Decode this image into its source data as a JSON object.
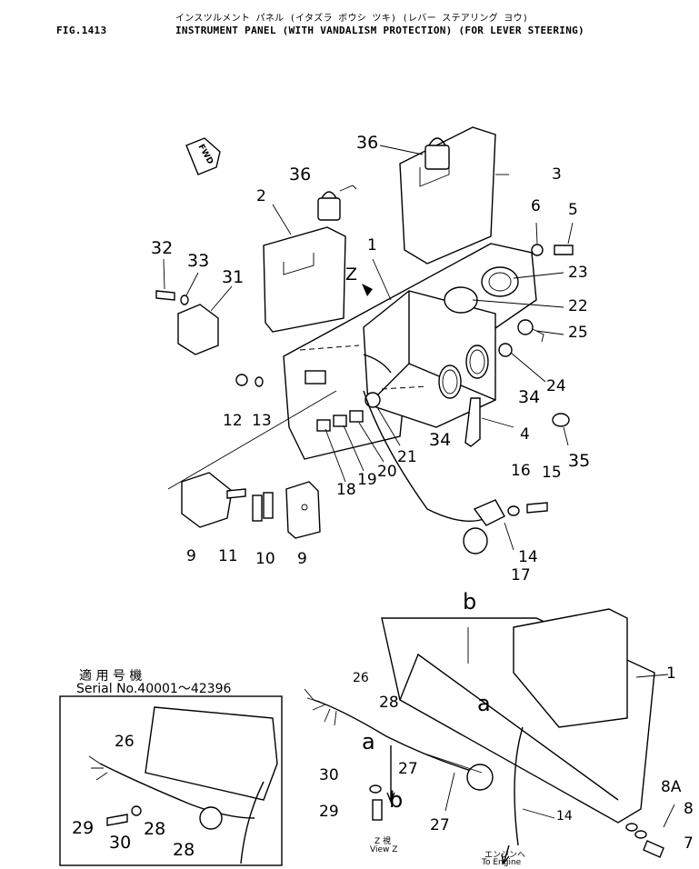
{
  "header": {
    "fig_number": "FIG.1413",
    "title_jp": "インスツルメント パネル (イタズラ ボウシ ツキ) (レバー ステアリング ヨウ)",
    "title_en": "INSTRUMENT PANEL (WITH VANDALISM PROTECTION) (FOR LEVER STEERING)"
  },
  "inset": {
    "heading_jp": "適 用 号 機",
    "serial": "Serial  No.40001～42396"
  },
  "view_note": {
    "jp": "Z  視",
    "en": "View Z"
  },
  "engine_note": {
    "jp": "エンジンへ",
    "en": "To Engine"
  },
  "fwd_mark": "FWD",
  "callouts": {
    "z": "Z",
    "p36a": "36",
    "p36b": "36",
    "p3": "3",
    "p2": "2",
    "p6": "6",
    "p5": "5",
    "p32": "32",
    "p33": "33",
    "p31": "31",
    "p1": "1",
    "p23": "23",
    "p22": "22",
    "p25": "25",
    "p24": "24",
    "p34a": "34",
    "p34b": "34",
    "p4": "4",
    "p35": "35",
    "p12": "12",
    "p13": "13",
    "p21": "21",
    "p20": "20",
    "p19": "19",
    "p18": "18",
    "p16": "16",
    "p15": "15",
    "p14": "14",
    "p17": "17",
    "p9a": "9",
    "p11": "11",
    "p10": "10",
    "p9b": "9",
    "b_top": "b",
    "a_right": "a",
    "p1_lower": "1",
    "p26": "26",
    "p28": "28",
    "a_left": "a",
    "p27a": "27",
    "p30": "30",
    "b_left": "b",
    "p29": "29",
    "p27b": "27",
    "p14_lower": "14",
    "p8a": "8A",
    "p8": "8",
    "p7": "7",
    "inset_26": "26",
    "inset_29": "29",
    "inset_30": "30",
    "inset_28a": "28",
    "inset_28b": "28"
  }
}
